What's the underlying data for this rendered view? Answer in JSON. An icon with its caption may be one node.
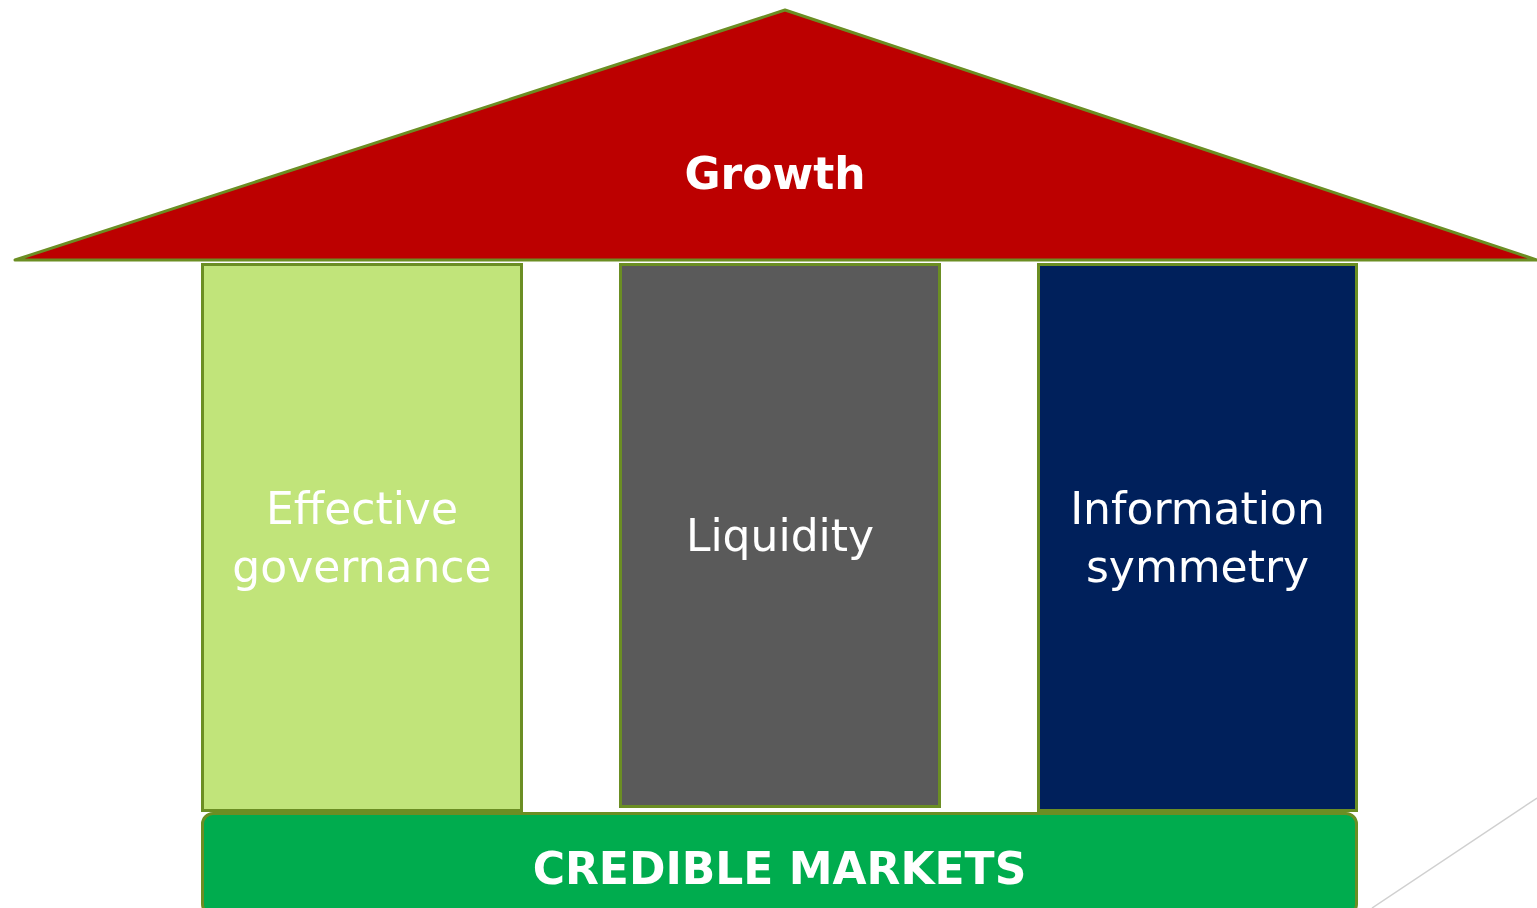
{
  "diagram": {
    "nodes": [
      {
        "text": [
          "Growth"
        ]
      },
      {
        "text": [
          "Effective governance"
        ]
      },
      {
        "text": [
          "Liquidity"
        ]
      },
      {
        "text": [
          "Information symmetry"
        ]
      },
      {
        "text": [
          "CREDIBLE MARKETS"
        ]
      }
    ]
  }
}
